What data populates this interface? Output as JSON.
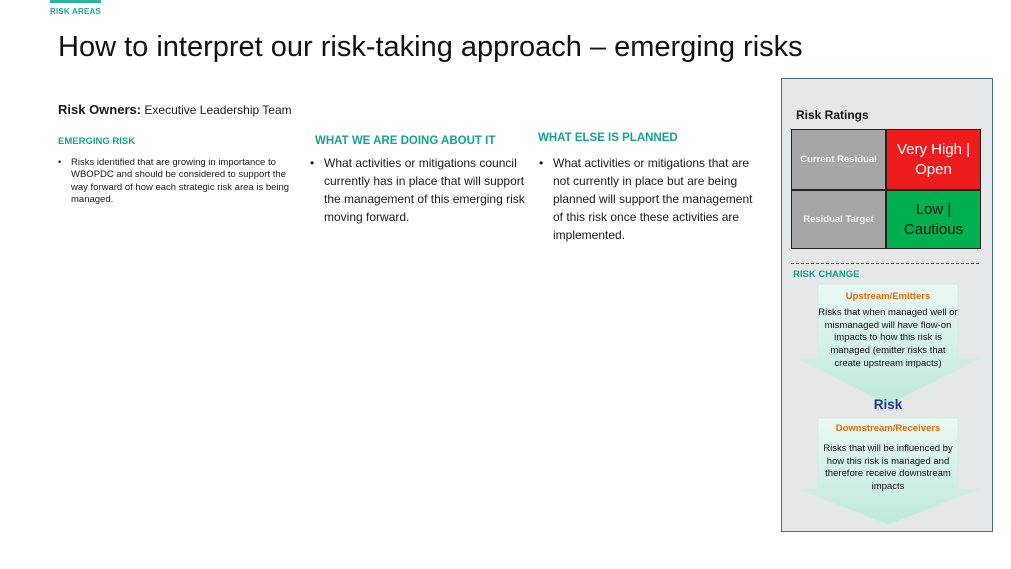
{
  "header": {
    "section_tag": "RISK AREAS",
    "title": "How to interpret our risk-taking approach – emerging risks"
  },
  "owners": {
    "label": "Risk Owners:",
    "value": " Executive Leadership Team"
  },
  "columns": [
    {
      "heading": "EMERGING RISK",
      "bullets": [
        "Risks identified that are growing in importance to WBOPDC and should be considered to support the way forward of how each strategic risk area is being managed."
      ]
    },
    {
      "heading": "WHAT WE ARE DOING ABOUT IT",
      "bullets": [
        "What activities or mitigations council currently has in place that will support the management of this emerging risk moving forward."
      ]
    },
    {
      "heading": "WHAT ELSE IS PLANNED",
      "bullets": [
        "What activities or mitigations that are not currently in place but are being planned will support the management of this risk once these activities are implemented."
      ]
    }
  ],
  "ratings_panel": {
    "title": "Risk Ratings",
    "rows": [
      {
        "label": "Current Residual",
        "value": "Very High | Open",
        "color": "#ee1c1c"
      },
      {
        "label": "Residual Target",
        "value": "Low | Cautious",
        "color": "#00b050"
      }
    ],
    "risk_change_title": "RISK CHANGE",
    "upstream": {
      "heading": "Upstream/Emitters",
      "text": "Risks that when managed well or mismanaged will have flow-on impacts to how this risk is managed (emitter risks that create upstream impacts)"
    },
    "center_label": "Risk",
    "downstream": {
      "heading": "Downstream/Receivers",
      "text": "Risks that will be influenced by how this risk is managed and therefore receive downstream impacts"
    }
  },
  "colors": {
    "accent_teal": "#16a394",
    "arrow_fill": "#d7f3ec",
    "heading_orange": "#e36c0a",
    "risk_blue": "#1f3a93"
  }
}
